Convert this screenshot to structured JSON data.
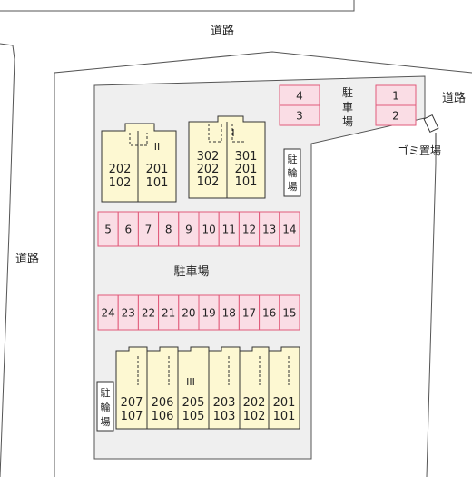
{
  "labels": {
    "road_top": "道路",
    "road_left": "道路",
    "road_right": "道路",
    "parking_center": "駐車場",
    "parking_top_chars": [
      "駐",
      "車",
      "場"
    ],
    "bike_top_chars": [
      "駐",
      "輪",
      "場"
    ],
    "bike_bottom_chars": [
      "駐",
      "輪",
      "場"
    ],
    "garbage": "ゴミ置場"
  },
  "buildings": {
    "b2": {
      "mark": "II",
      "units": [
        [
          "202",
          "102"
        ],
        [
          "201",
          "101"
        ]
      ]
    },
    "b1": {
      "mark": "I",
      "units": [
        [
          "302",
          "202",
          "102"
        ],
        [
          "301",
          "201",
          "101"
        ]
      ]
    },
    "b3": {
      "mark": "III",
      "units": [
        [
          "207",
          "107"
        ],
        [
          "206",
          "106"
        ],
        [
          "205",
          "105"
        ],
        [
          "203",
          "103"
        ],
        [
          "202",
          "102"
        ],
        [
          "201",
          "101"
        ]
      ]
    }
  },
  "parking": {
    "top_left": [
      "4",
      "3"
    ],
    "top_right": [
      "1",
      "2"
    ],
    "row_upper": [
      "5",
      "6",
      "7",
      "8",
      "9",
      "10",
      "11",
      "12",
      "13",
      "14"
    ],
    "row_lower": [
      "24",
      "23",
      "22",
      "21",
      "20",
      "19",
      "18",
      "17",
      "16",
      "15"
    ]
  },
  "colors": {
    "parking_fill": "#fadde5",
    "parking_stroke": "#e05a7a",
    "building_fill": "#fdf8d2",
    "site_fill": "#efefef"
  }
}
